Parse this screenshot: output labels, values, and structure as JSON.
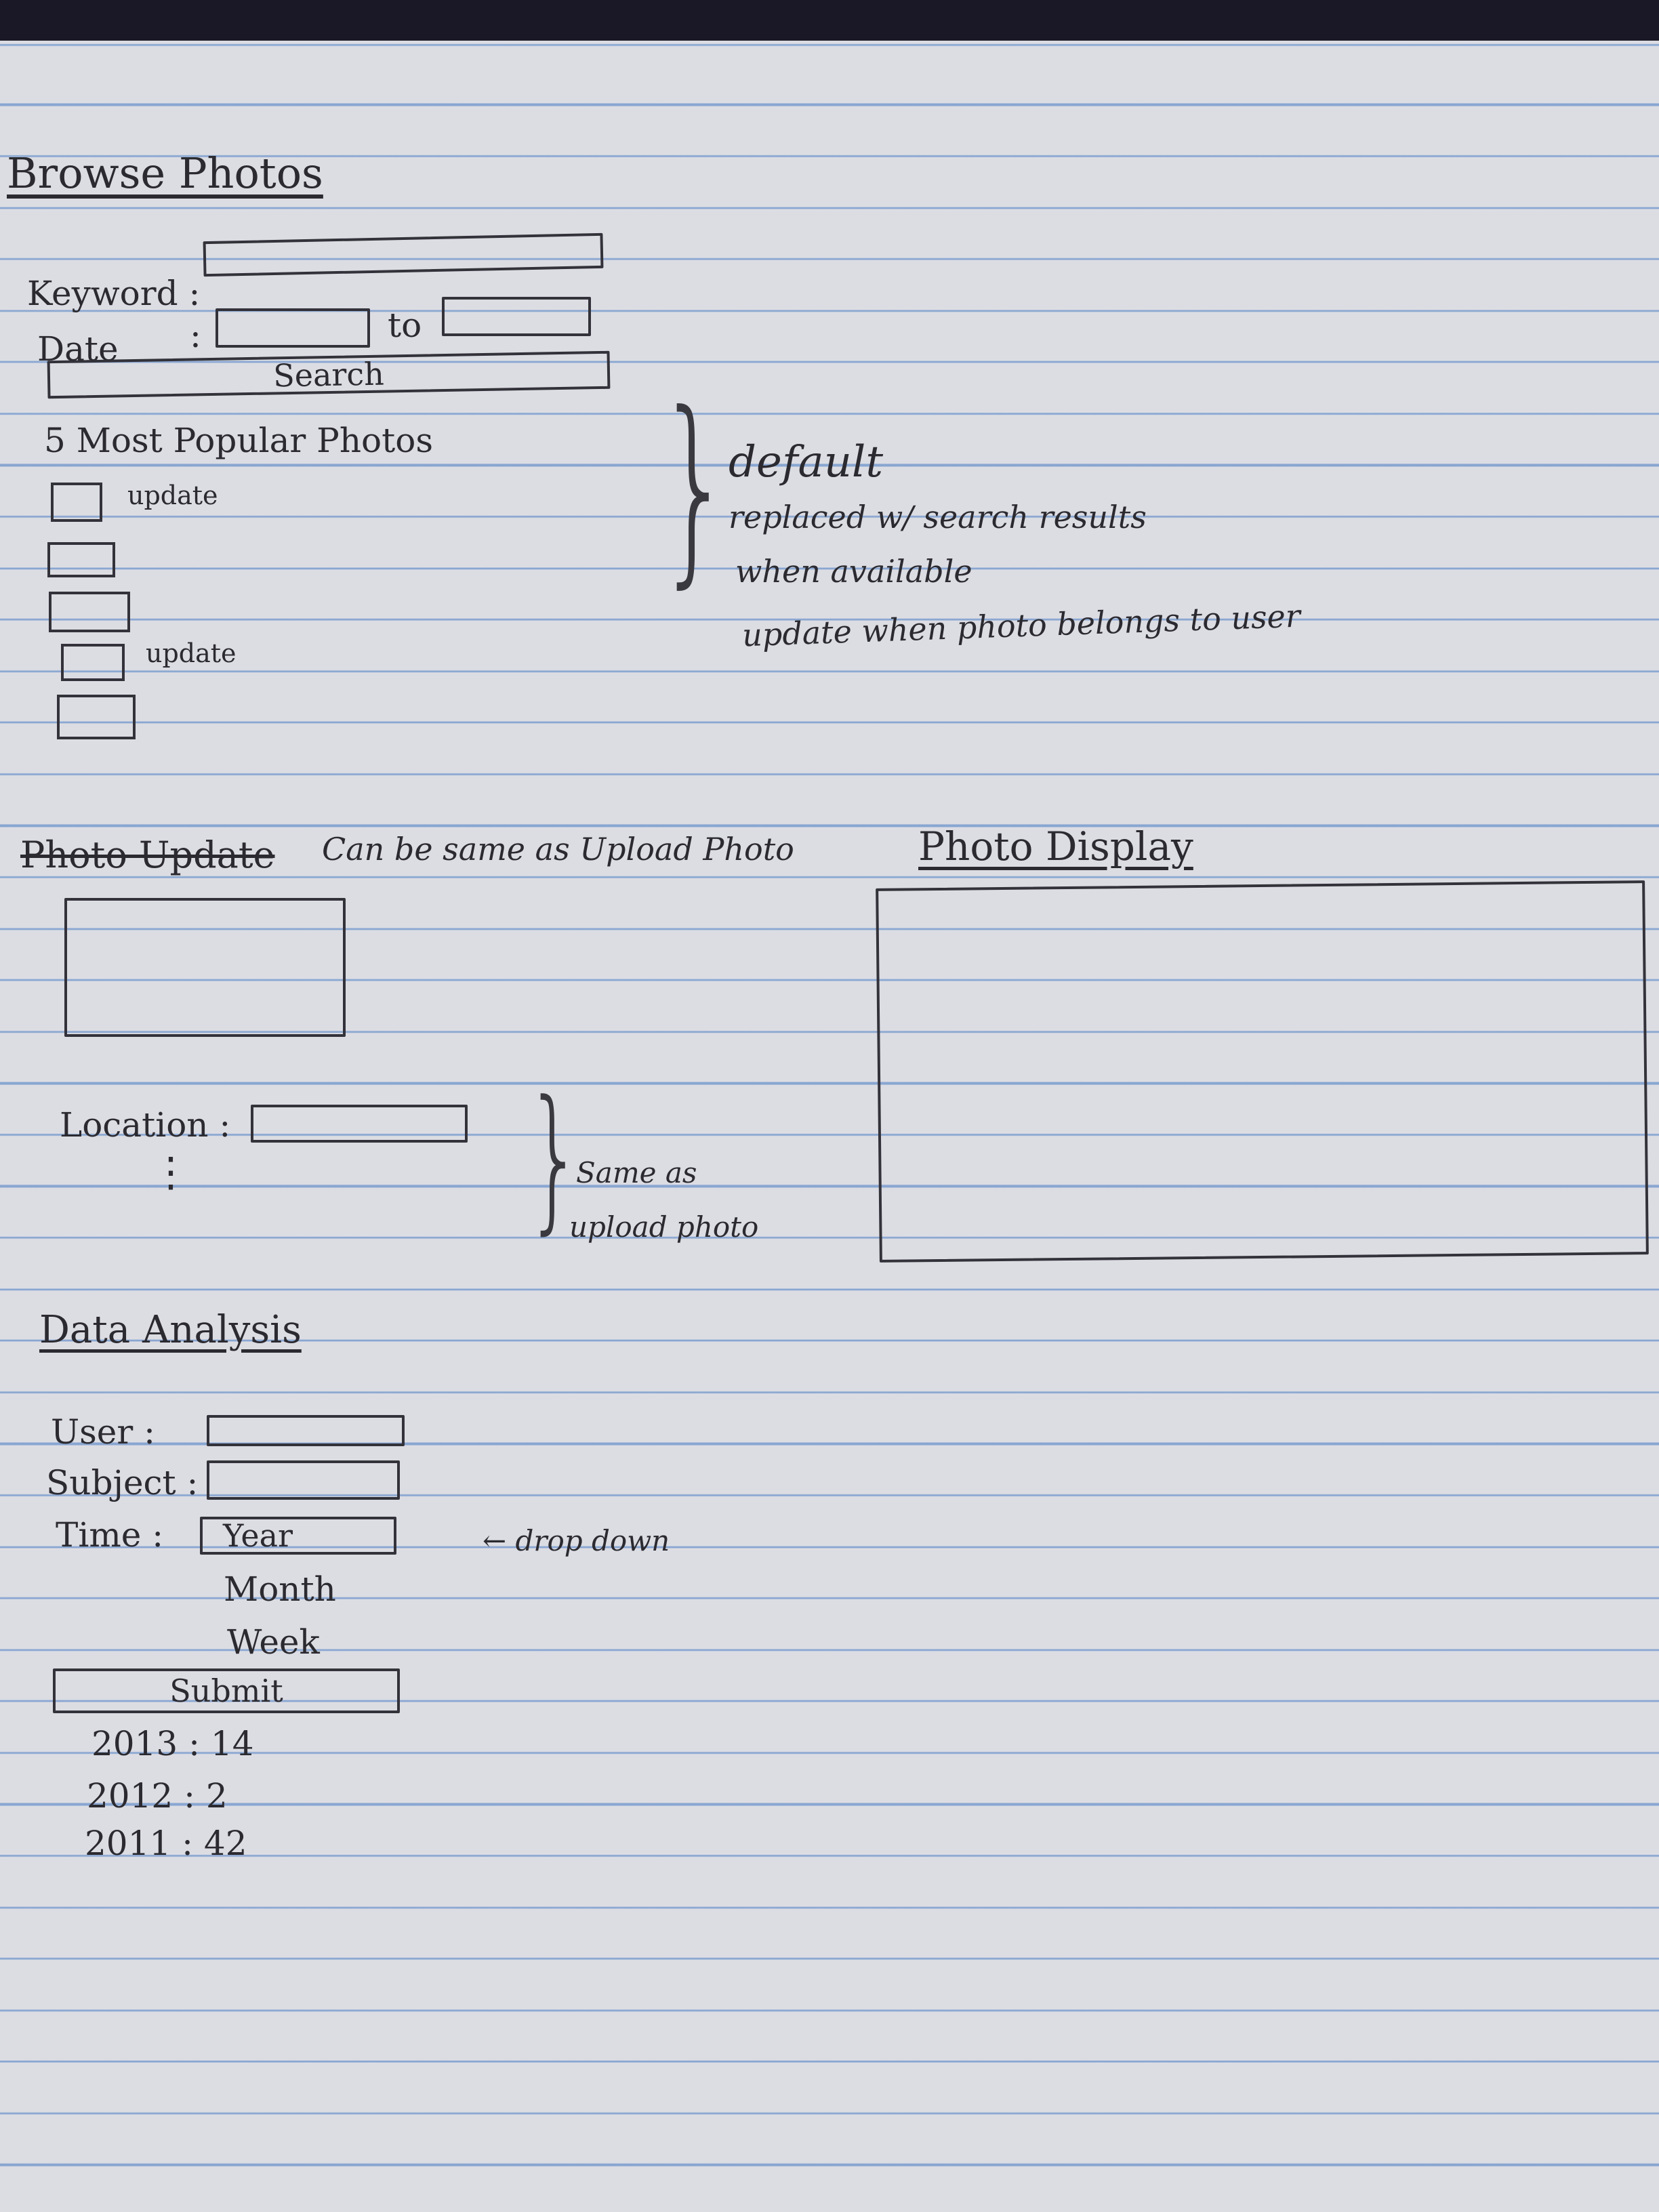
{
  "browse": {
    "title": "Browse Photos",
    "keyword_label": "Keyword :",
    "date_label": "Date",
    "date_colon": ":",
    "to_label": "to",
    "search_label": "Search",
    "popular_title": "5 Most Popular Photos",
    "update_label_1": "update",
    "update_label_2": "update"
  },
  "notes": {
    "popular_note_1": "default",
    "popular_note_2": "replaced w/ search results",
    "popular_note_3": "when available",
    "popular_note_4": "update when photo belongs to user",
    "update_note": "Can be same as Upload Photo",
    "location_note_1": "Same as",
    "location_note_2": "upload photo",
    "dropdown_note": "← drop down"
  },
  "photo_update": {
    "title": "Photo Update",
    "location_label": "Location :",
    "more_fields": "⋮"
  },
  "photo_display": {
    "title": "Photo Display"
  },
  "analysis": {
    "title": "Data Analysis",
    "user_label": "User :",
    "subject_label": "Subject :",
    "time_label": "Time :",
    "time_selected": "Year",
    "time_options": [
      "Month",
      "Week"
    ],
    "submit_label": "Submit",
    "results": [
      "2013 : 14",
      "2012 : 2",
      "2011 : 42"
    ]
  }
}
